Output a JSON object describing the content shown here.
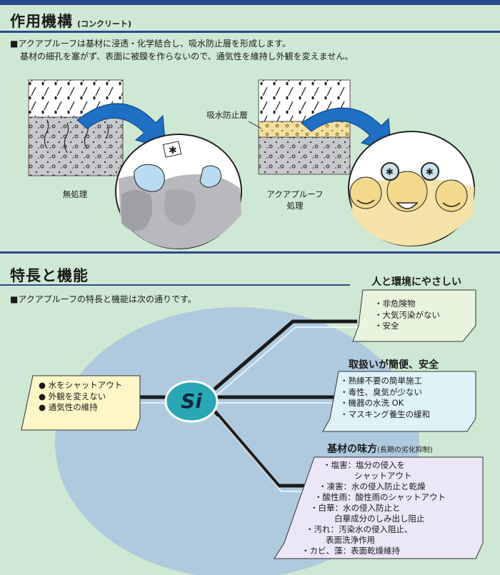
{
  "section1": {
    "title": "作用機構",
    "subtitle": "(コンクリート)",
    "intro": [
      "■アクアプルーフは基材に浸透・化学結合し、吸水防止層を形成します。",
      "基材の細孔を塞がず、表面に被膜を作らないので、通気性を維持し外観を変えません。"
    ],
    "label_untreated": "無処理",
    "label_layer": "吸水防止層",
    "label_treated": [
      "アクアプルーフ",
      "処理"
    ]
  },
  "section2": {
    "title": "特長と機能",
    "intro": "■アクアプルーフの特長と機能は次の通りです。",
    "center": "Si",
    "left_box": [
      "● 水をシャットアウト",
      "● 外観を変えない",
      "● 通気性の維持"
    ],
    "box1": {
      "title": "人と環境にやさしい",
      "items": [
        "・非危険物",
        "・大気汚染がない",
        "・安全"
      ]
    },
    "box2": {
      "title": "取扱いが簡便、安全",
      "items": [
        "・熟練不要の簡単施工",
        "・毒性、臭気が少ない",
        "・機器の水洗 OK",
        "・マスキング養生の緩和"
      ]
    },
    "box3": {
      "title": "基材の味方",
      "title_note": "(長期の劣化抑制)",
      "items": [
        "・塩害：塩分の侵入を",
        "シャットアウト",
        "・凍害：水の侵入防止と乾燥",
        "・酸性雨：酸性雨のシャットアウト",
        "・白華：水の侵入防止と",
        "白華成分のしみ出し阻止",
        "・汚れ：汚染水の侵入阻止、",
        "表面洗浄作用",
        "・カビ、藻：表面乾燥維持"
      ]
    }
  },
  "colors": {
    "header_bar": "#2b4a8e",
    "background": "#cfe8d3",
    "arrow": "#1f6fc4",
    "si": "#2aa7b5",
    "ellipse": "#a9c4e0"
  }
}
